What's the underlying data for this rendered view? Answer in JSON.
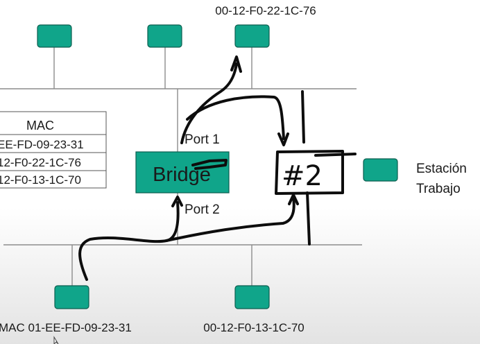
{
  "diagram": {
    "top_station_label": "00-12-F0-22-1C-76",
    "bottom_left_label": "MAC 01-EE-FD-09-23-31",
    "bottom_right_label": "00-12-F0-13-1C-70",
    "bridge_label": "Bridge",
    "port1_label": "Port 1",
    "port2_label": "Port 2",
    "handwritten_mark": "#2",
    "station_side_label_line1": "Estación",
    "station_side_label_line2": "Trabajo",
    "mac_table": {
      "header": "MAC",
      "rows": [
        "EE-FD-09-23-31",
        "12-F0-22-1C-76",
        "12-F0-13-1C-70"
      ]
    },
    "colors": {
      "station_fill": "#10a58a",
      "station_border": "#0c5e4f",
      "bridge_fill": "#10a58a",
      "wire": "#8c8c8c",
      "ink": "#0d0d0d"
    }
  }
}
